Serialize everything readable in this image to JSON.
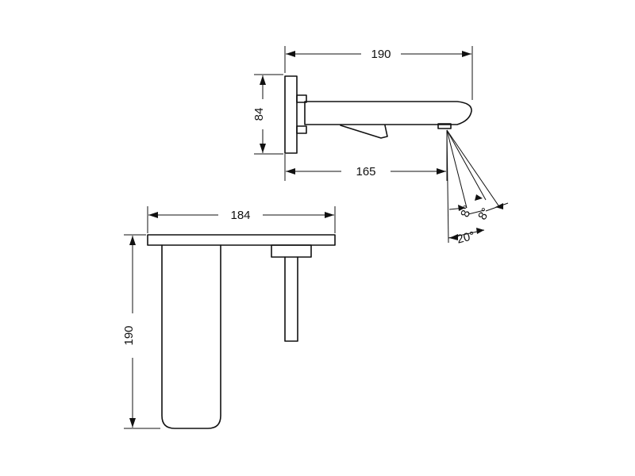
{
  "side_view": {
    "overall_length": "190",
    "height": "84",
    "spout_reach": "165",
    "angle_1": "8°",
    "angle_2": "8°",
    "angle_3": "20°"
  },
  "top_view": {
    "width": "184",
    "depth": "190"
  }
}
